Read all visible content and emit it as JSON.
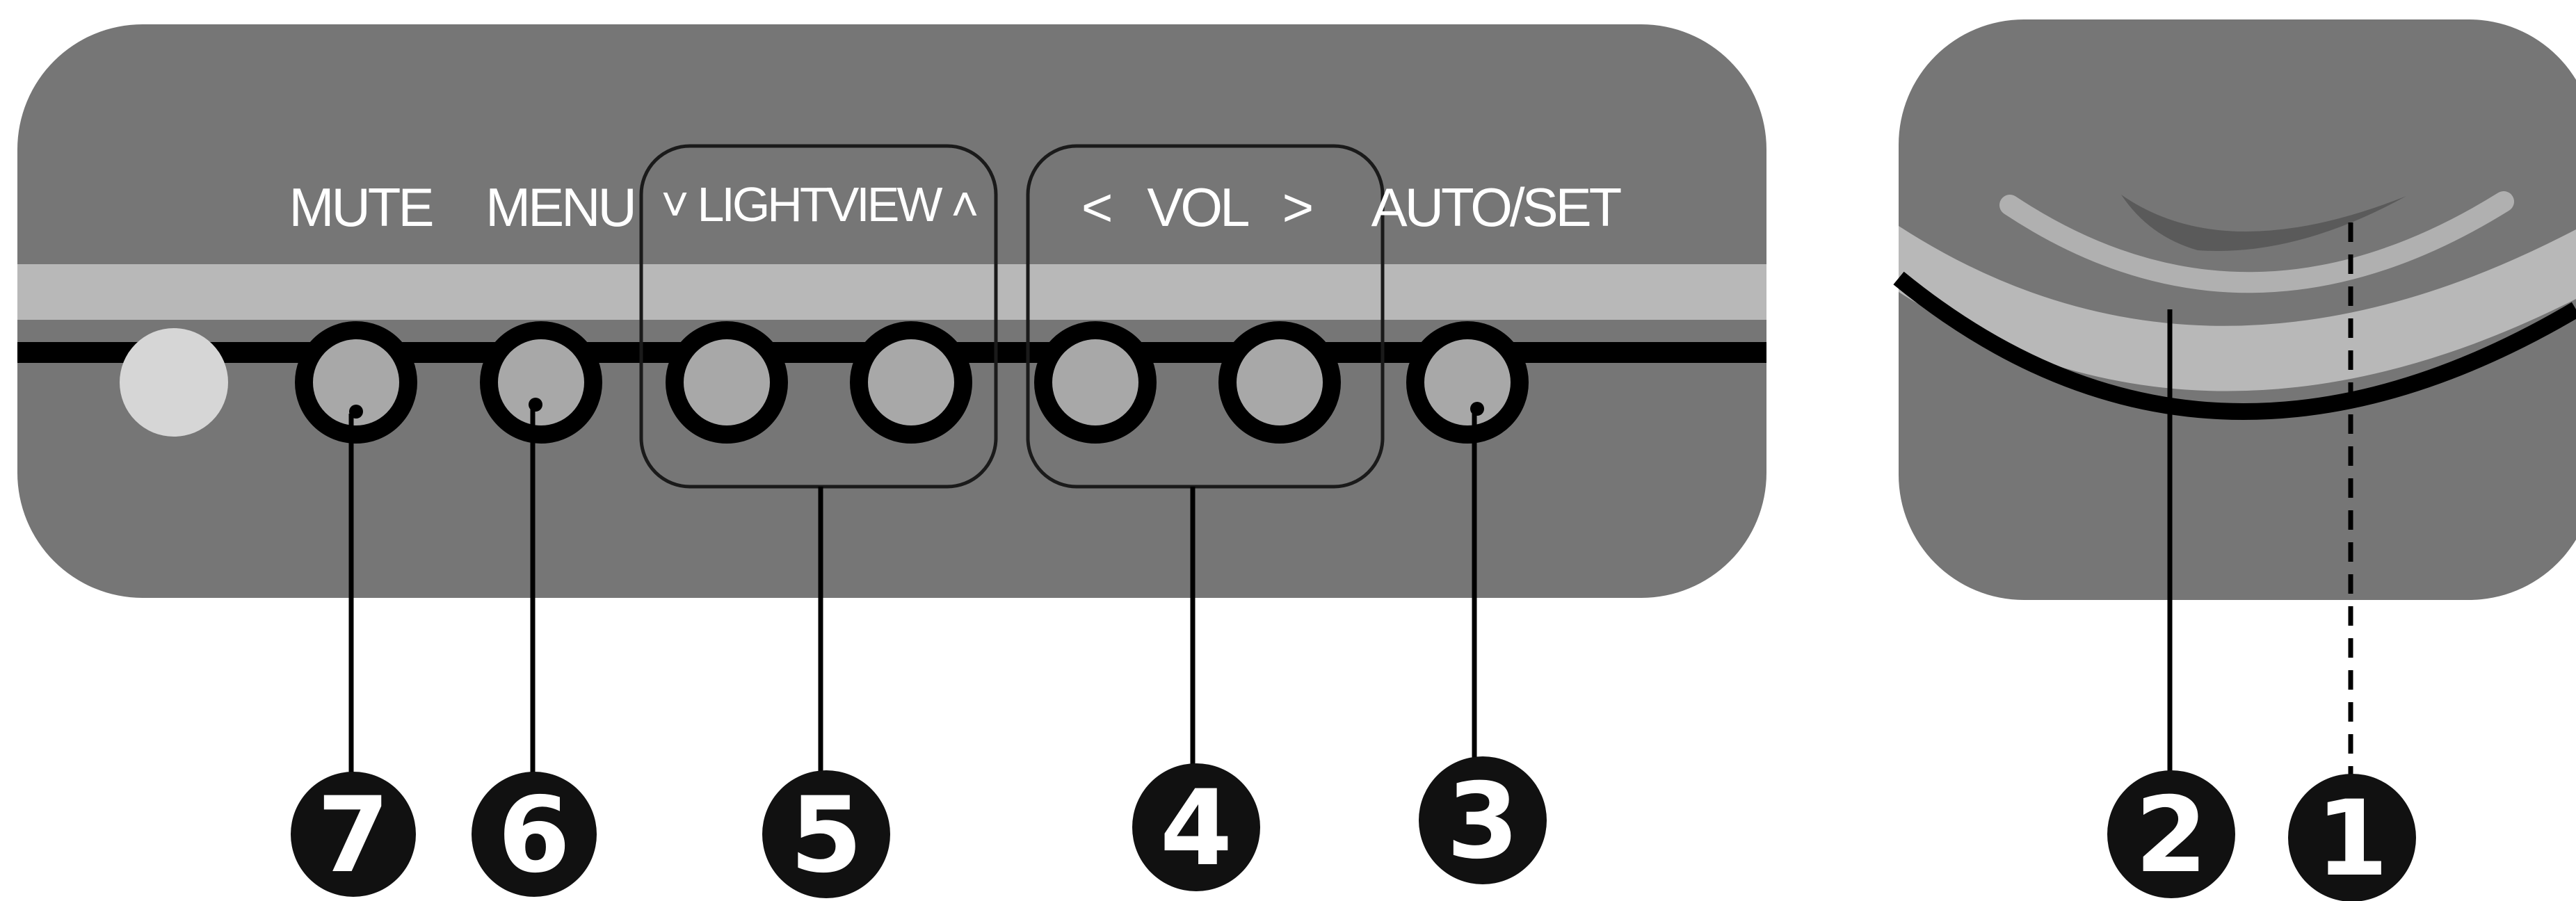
{
  "control_panel": {
    "labels": {
      "mute": "MUTE",
      "menu": "MENU",
      "lightview": "˅ LIGHTVIEW ˄",
      "vol": "<   VOL   >",
      "auto_set": "AUTO/SET"
    },
    "icons": {
      "buttons": "round-button-icon",
      "power_indicator": "power-led-icon"
    }
  },
  "callouts": {
    "c1": "1",
    "c2": "2",
    "c3": "3",
    "c4": "4",
    "c5": "5",
    "c6": "6",
    "c7": "7"
  },
  "colors": {
    "panel": "#767676",
    "stripe": "#b8b8b8",
    "line": "#000000",
    "button": "#a8a8a8",
    "led": "#d6d6d6",
    "callout_bg": "#111111",
    "callout_text": "#ffffff",
    "swoosh_dark": "#5a5a5a"
  }
}
